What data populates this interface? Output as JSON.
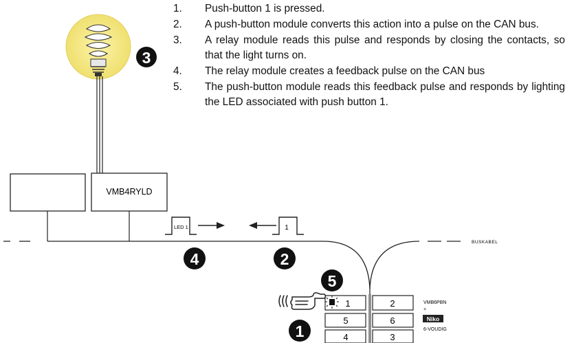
{
  "steps": [
    {
      "num": "1.",
      "text": "Push-button 1 is pressed."
    },
    {
      "num": "2.",
      "text": "A push-button module converts this action into a pulse on the CAN bus."
    },
    {
      "num": "3.",
      "text": "A relay module reads this pulse and responds by closing the contacts, so that the light turns on."
    },
    {
      "num": "4.",
      "text": "The relay module creates a feedback pulse on the CAN bus"
    },
    {
      "num": "5.",
      "text": "The push-button module reads this feedback pulse and responds by lighting the LED associated with push button 1."
    }
  ],
  "callouts": {
    "c1": "1",
    "c2": "2",
    "c3": "3",
    "c4": "4",
    "c5": "5"
  },
  "modules": {
    "left_module": "",
    "relay_module": "VMB4RYLD"
  },
  "pulses": {
    "led_pulse_label": "LED 1",
    "button_pulse_label": "1"
  },
  "bus": {
    "cable_label": "BUSKABEL"
  },
  "keypad": {
    "keys": [
      "1",
      "2",
      "5",
      "6",
      "4",
      "3"
    ],
    "model_label": "VMB6PBN",
    "plus_label": "+",
    "brand_label": "Niko",
    "series_label": "6-VOUDIG"
  },
  "colors": {
    "bulb_glow": "#f5e87a",
    "callout_fill": "#111111",
    "callout_text": "#ffffff"
  },
  "icons": [
    "light-bulb-icon",
    "pointing-hand-icon",
    "led-blink-icon",
    "arrow-right-icon",
    "arrow-left-icon"
  ]
}
